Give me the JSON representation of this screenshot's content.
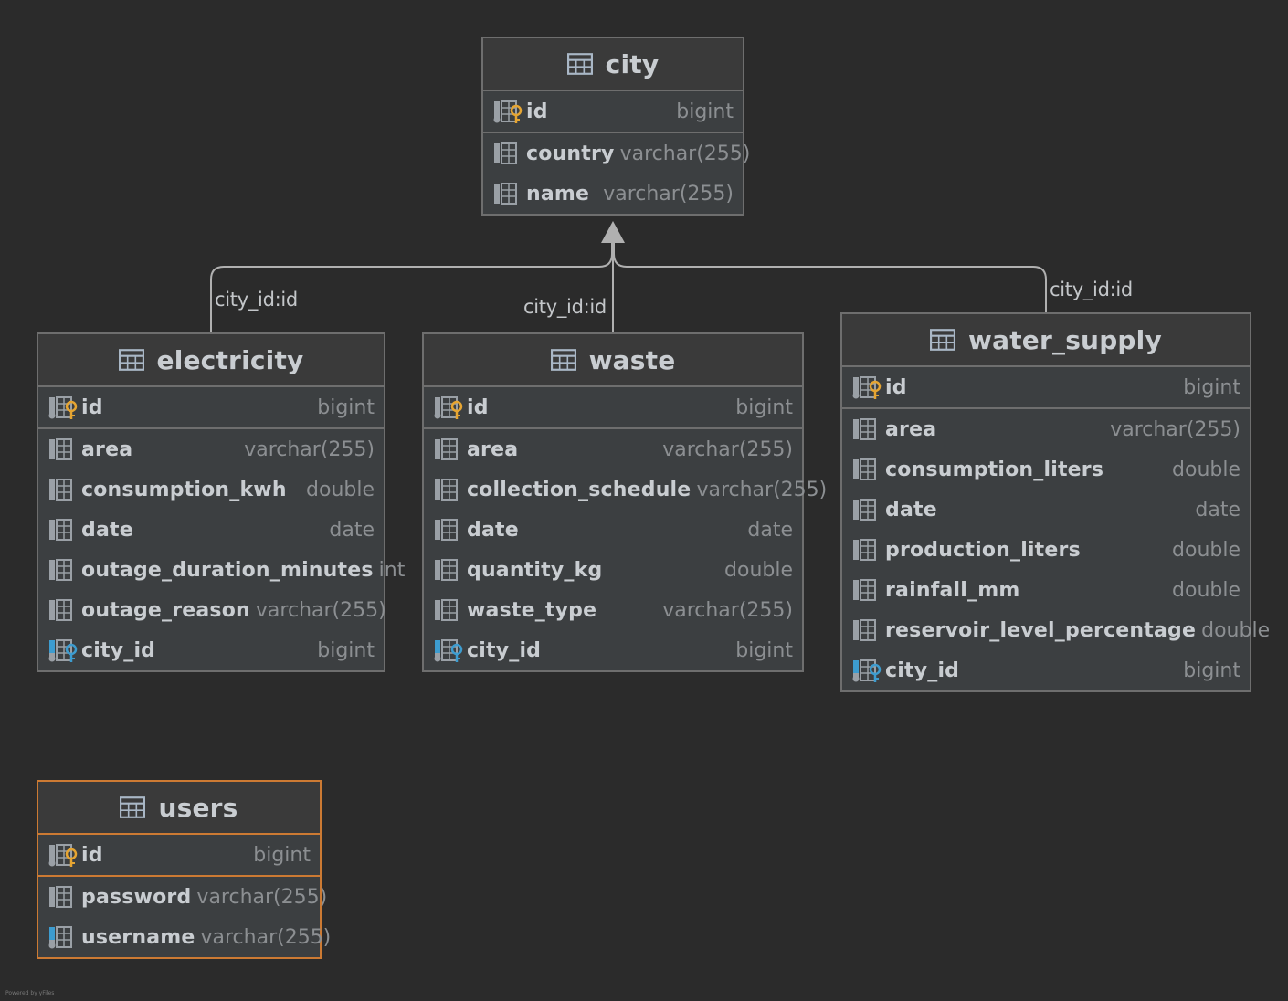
{
  "relations": [
    {
      "label": "city_id:id"
    },
    {
      "label": "city_id:id"
    },
    {
      "label": "city_id:id"
    }
  ],
  "tables": {
    "city": {
      "name": "city",
      "columns": [
        {
          "name": "id",
          "type": "bigint",
          "kind": "pk"
        },
        {
          "name": "country",
          "type": "varchar(255)",
          "kind": "col"
        },
        {
          "name": "name",
          "type": "varchar(255)",
          "kind": "col"
        }
      ]
    },
    "electricity": {
      "name": "electricity",
      "columns": [
        {
          "name": "id",
          "type": "bigint",
          "kind": "pk"
        },
        {
          "name": "area",
          "type": "varchar(255)",
          "kind": "col"
        },
        {
          "name": "consumption_kwh",
          "type": "double",
          "kind": "col"
        },
        {
          "name": "date",
          "type": "date",
          "kind": "col"
        },
        {
          "name": "outage_duration_minutes",
          "type": "int",
          "kind": "col"
        },
        {
          "name": "outage_reason",
          "type": "varchar(255)",
          "kind": "col"
        },
        {
          "name": "city_id",
          "type": "bigint",
          "kind": "fk"
        }
      ]
    },
    "waste": {
      "name": "waste",
      "columns": [
        {
          "name": "id",
          "type": "bigint",
          "kind": "pk"
        },
        {
          "name": "area",
          "type": "varchar(255)",
          "kind": "col"
        },
        {
          "name": "collection_schedule",
          "type": "varchar(255)",
          "kind": "col"
        },
        {
          "name": "date",
          "type": "date",
          "kind": "col"
        },
        {
          "name": "quantity_kg",
          "type": "double",
          "kind": "col"
        },
        {
          "name": "waste_type",
          "type": "varchar(255)",
          "kind": "col"
        },
        {
          "name": "city_id",
          "type": "bigint",
          "kind": "fk"
        }
      ]
    },
    "water_supply": {
      "name": "water_supply",
      "columns": [
        {
          "name": "id",
          "type": "bigint",
          "kind": "pk"
        },
        {
          "name": "area",
          "type": "varchar(255)",
          "kind": "col"
        },
        {
          "name": "consumption_liters",
          "type": "double",
          "kind": "col"
        },
        {
          "name": "date",
          "type": "date",
          "kind": "col"
        },
        {
          "name": "production_liters",
          "type": "double",
          "kind": "col"
        },
        {
          "name": "rainfall_mm",
          "type": "double",
          "kind": "col"
        },
        {
          "name": "reservoir_level_percentage",
          "type": "double",
          "kind": "col"
        },
        {
          "name": "city_id",
          "type": "bigint",
          "kind": "fk"
        }
      ]
    },
    "users": {
      "name": "users",
      "columns": [
        {
          "name": "id",
          "type": "bigint",
          "kind": "pk"
        },
        {
          "name": "password",
          "type": "varchar(255)",
          "kind": "col"
        },
        {
          "name": "username",
          "type": "varchar(255)",
          "kind": "idx"
        }
      ]
    }
  },
  "footer": "Powered by yFiles",
  "colors": {
    "background": "#2b2b2b",
    "border": "#6e6e6e",
    "selected_border": "#cc7a33",
    "pk_key": "#e6a532",
    "fk_key": "#3d9ccf",
    "connector": "#b0b0b0"
  }
}
